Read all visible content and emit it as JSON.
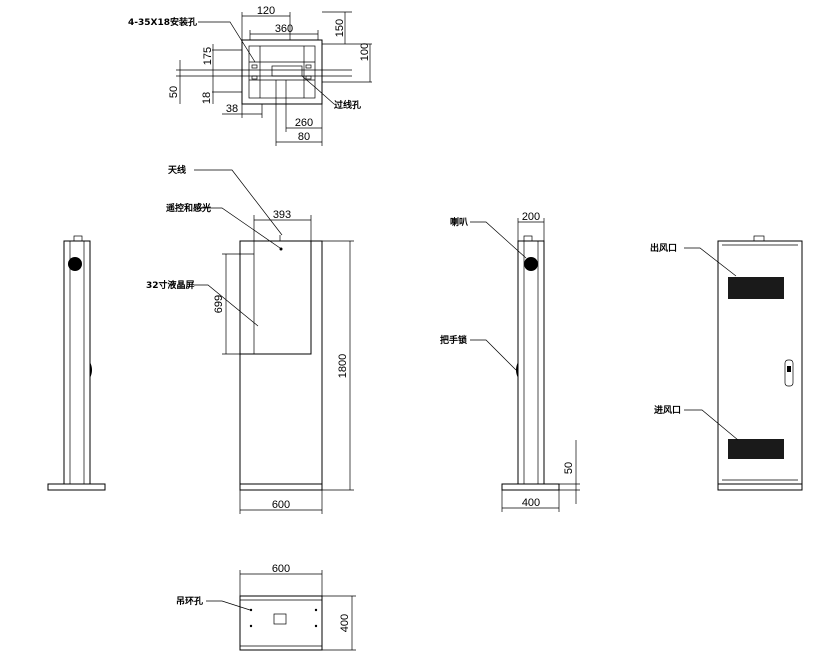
{
  "top_view": {
    "dims": {
      "d120": "120",
      "d360": "360",
      "d150": "150",
      "d100": "100",
      "d175": "175",
      "d50": "50",
      "d18": "18",
      "d38": "38",
      "d260": "260",
      "d80": "80"
    },
    "labels": {
      "mount_holes": "4-35X18安装孔",
      "cable_hole": "过线孔"
    }
  },
  "front_view": {
    "dims": {
      "d393": "393",
      "d699": "699",
      "d1800": "1800",
      "d600": "600"
    },
    "labels": {
      "antenna": "天线",
      "remote_sensor": "遥控和感光",
      "lcd": "32寸液晶屏"
    }
  },
  "side_view_right": {
    "dims": {
      "d200": "200",
      "d50": "50",
      "d400": "400"
    },
    "labels": {
      "speaker": "喇叭",
      "handle": "把手锁"
    }
  },
  "rear_view": {
    "labels": {
      "air_outlet": "出风口",
      "air_inlet": "进风口"
    }
  },
  "bottom_view": {
    "dims": {
      "d600": "600",
      "d400": "400"
    },
    "labels": {
      "lifting_hole": "吊环孔"
    }
  }
}
